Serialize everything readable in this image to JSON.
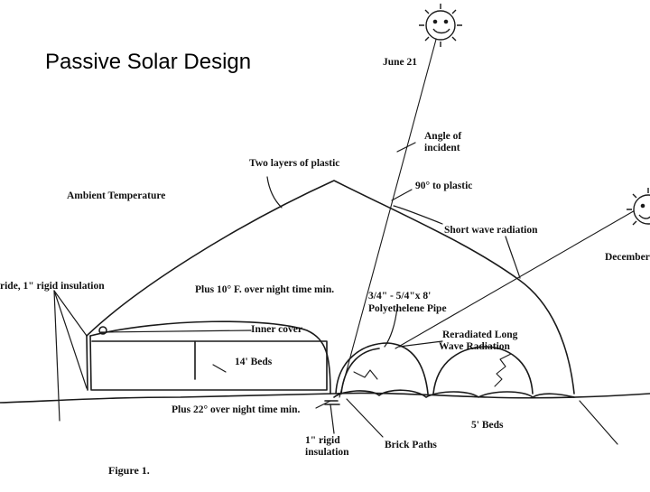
{
  "title": "Passive Solar Design",
  "labels": {
    "june": "June 21",
    "angle_of": "Angle of",
    "incident": "incident",
    "two_layers": "Two layers of plastic",
    "ninety": "90° to plastic",
    "ambient": "Ambient Temperature",
    "short_wave": "Short wave radiation",
    "december": "December",
    "rigid_insulation_side": "ride, 1\" rigid insulation",
    "plus10": "Plus 10° F. over night time min.",
    "pipe_size": "3/4\" - 5/4\"x 8'",
    "pipe_name": "Polyethelene Pipe",
    "inner_cover": "Inner cover",
    "reradiated1": "Reradiated Long",
    "reradiated2": "Wave Radiation",
    "beds14": "14' Beds",
    "plus22": "Plus 22° over night time min.",
    "beds5": "5' Beds",
    "rigid1": "1\" rigid",
    "rigid2": "insulation",
    "brick": "Brick Paths",
    "figure": "Figure 1."
  }
}
